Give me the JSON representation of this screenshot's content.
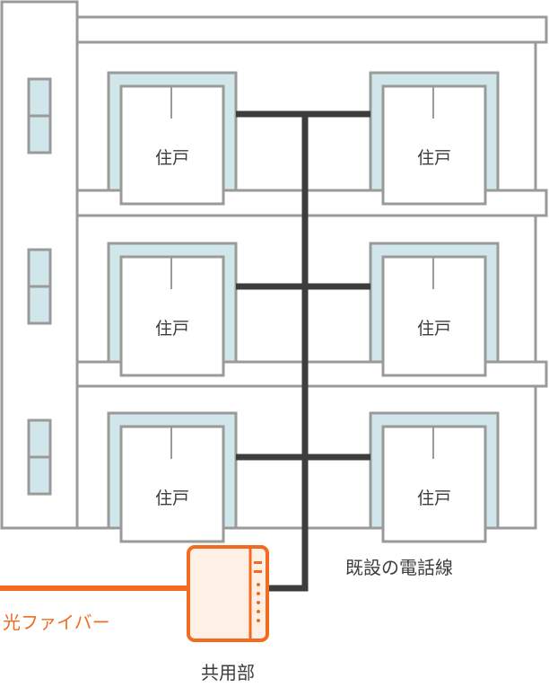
{
  "units": [
    {
      "label": "住戸"
    },
    {
      "label": "住戸"
    },
    {
      "label": "住戸"
    },
    {
      "label": "住戸"
    },
    {
      "label": "住戸"
    },
    {
      "label": "住戸"
    }
  ],
  "labels": {
    "phone_line": "既設の電話線",
    "fiber": "光ファイバー",
    "common_area": "共用部"
  },
  "colors": {
    "wall": "#9a9a9a",
    "glass": "#d0e6ea",
    "phone_line": "#3d3d3d",
    "fiber": "#f26b21",
    "box_fill": "#fff0e6"
  }
}
